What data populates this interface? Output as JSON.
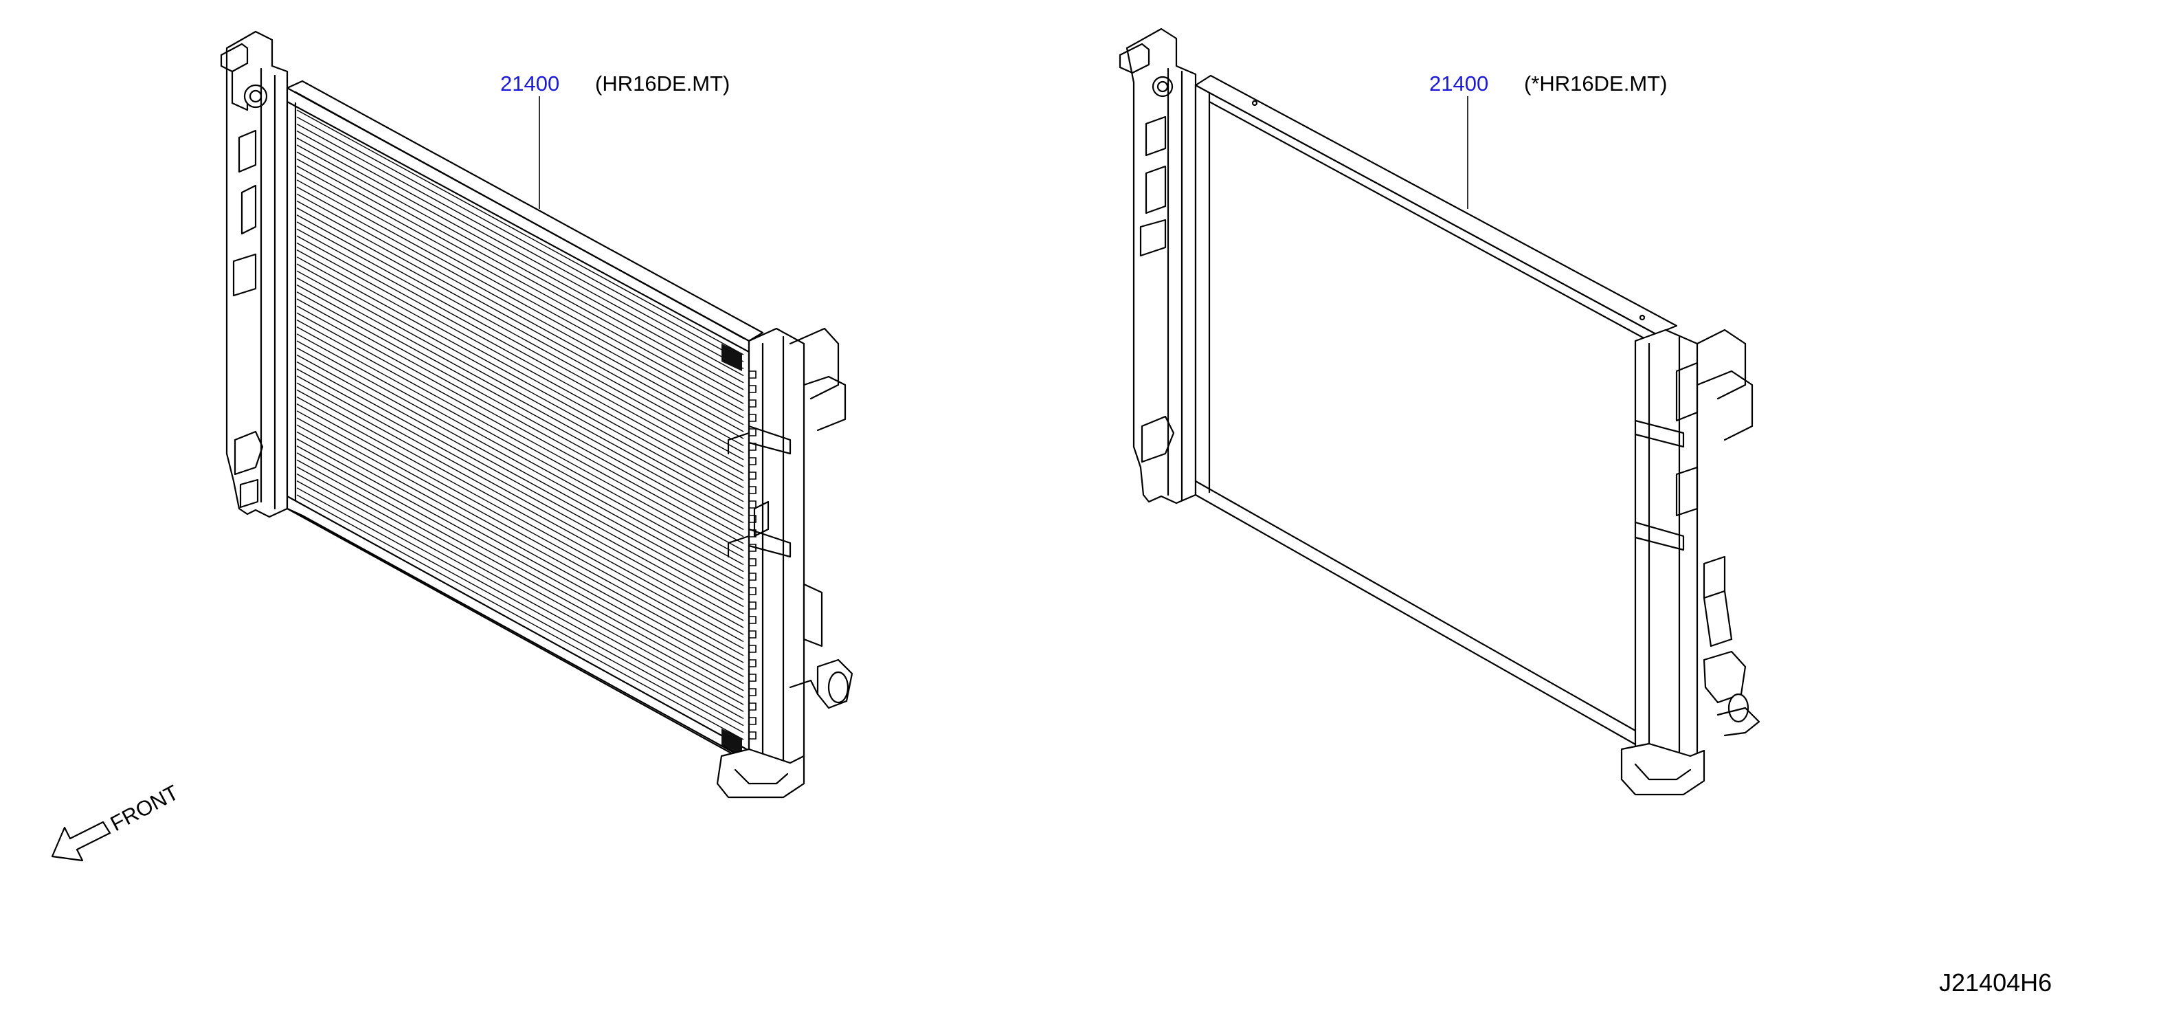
{
  "diagram": {
    "left_callout": {
      "part_number": "21400",
      "label": "(HR16DE.MT)"
    },
    "right_callout": {
      "part_number": "21400",
      "label": "(*HR16DE.MT)"
    },
    "front_indicator": "FRONT",
    "illustration_code": "J21404H6"
  },
  "icons": [
    "radiator-with-fins-illustration",
    "radiator-plain-illustration",
    "front-arrow-icon"
  ]
}
